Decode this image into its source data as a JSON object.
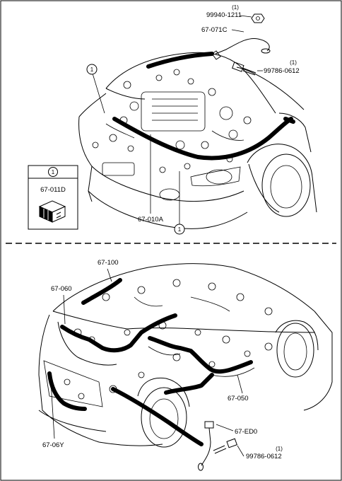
{
  "colors": {
    "ink": "#000000",
    "paper": "#ffffff"
  },
  "top": {
    "callout_symbol": "1",
    "nut_qty": "(1)",
    "nut_part": "99940-1211",
    "ground_cable_part": "67-071C",
    "bolt_qty": "(1)",
    "bolt_part": "99786-0612",
    "front_harness_part": "67-010A",
    "box": {
      "symbol": "1",
      "part": "67-011D"
    }
  },
  "bottom": {
    "roof_harness_part": "67-100",
    "rear_harness_part": "67-060",
    "floor_harness_part": "67-050",
    "tailgate_harness_part": "67-06Y",
    "ground_lead_part": "67-ED0",
    "bolt_qty": "(1)",
    "bolt_part": "99786-0612"
  }
}
